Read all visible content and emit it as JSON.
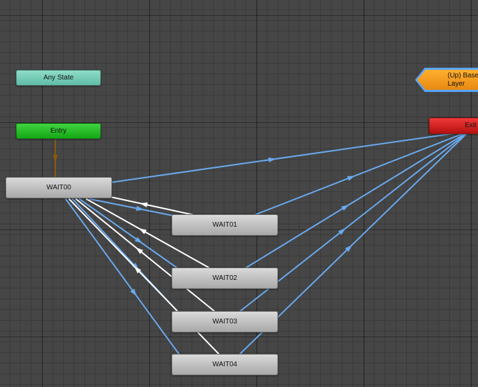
{
  "graph": {
    "nodes": {
      "any_state": "Any State",
      "entry": "Entry",
      "exit": "Exit",
      "up_base": "(Up) Base Layer",
      "wait00": "WAIT00",
      "wait01": "WAIT01",
      "wait02": "WAIT02",
      "wait03": "WAIT03",
      "wait04": "WAIT04"
    },
    "colors": {
      "canvas_background": "#464646",
      "any_state": "#6cc9b2",
      "entry": "#1db81d",
      "exit": "#d01e1e",
      "up_base": "#f49a1c",
      "state": "#bfbfbf",
      "transition_exit": "#69aaf0",
      "transition_selected": "#ffffff",
      "transition_entry": "#8a5a06"
    }
  }
}
